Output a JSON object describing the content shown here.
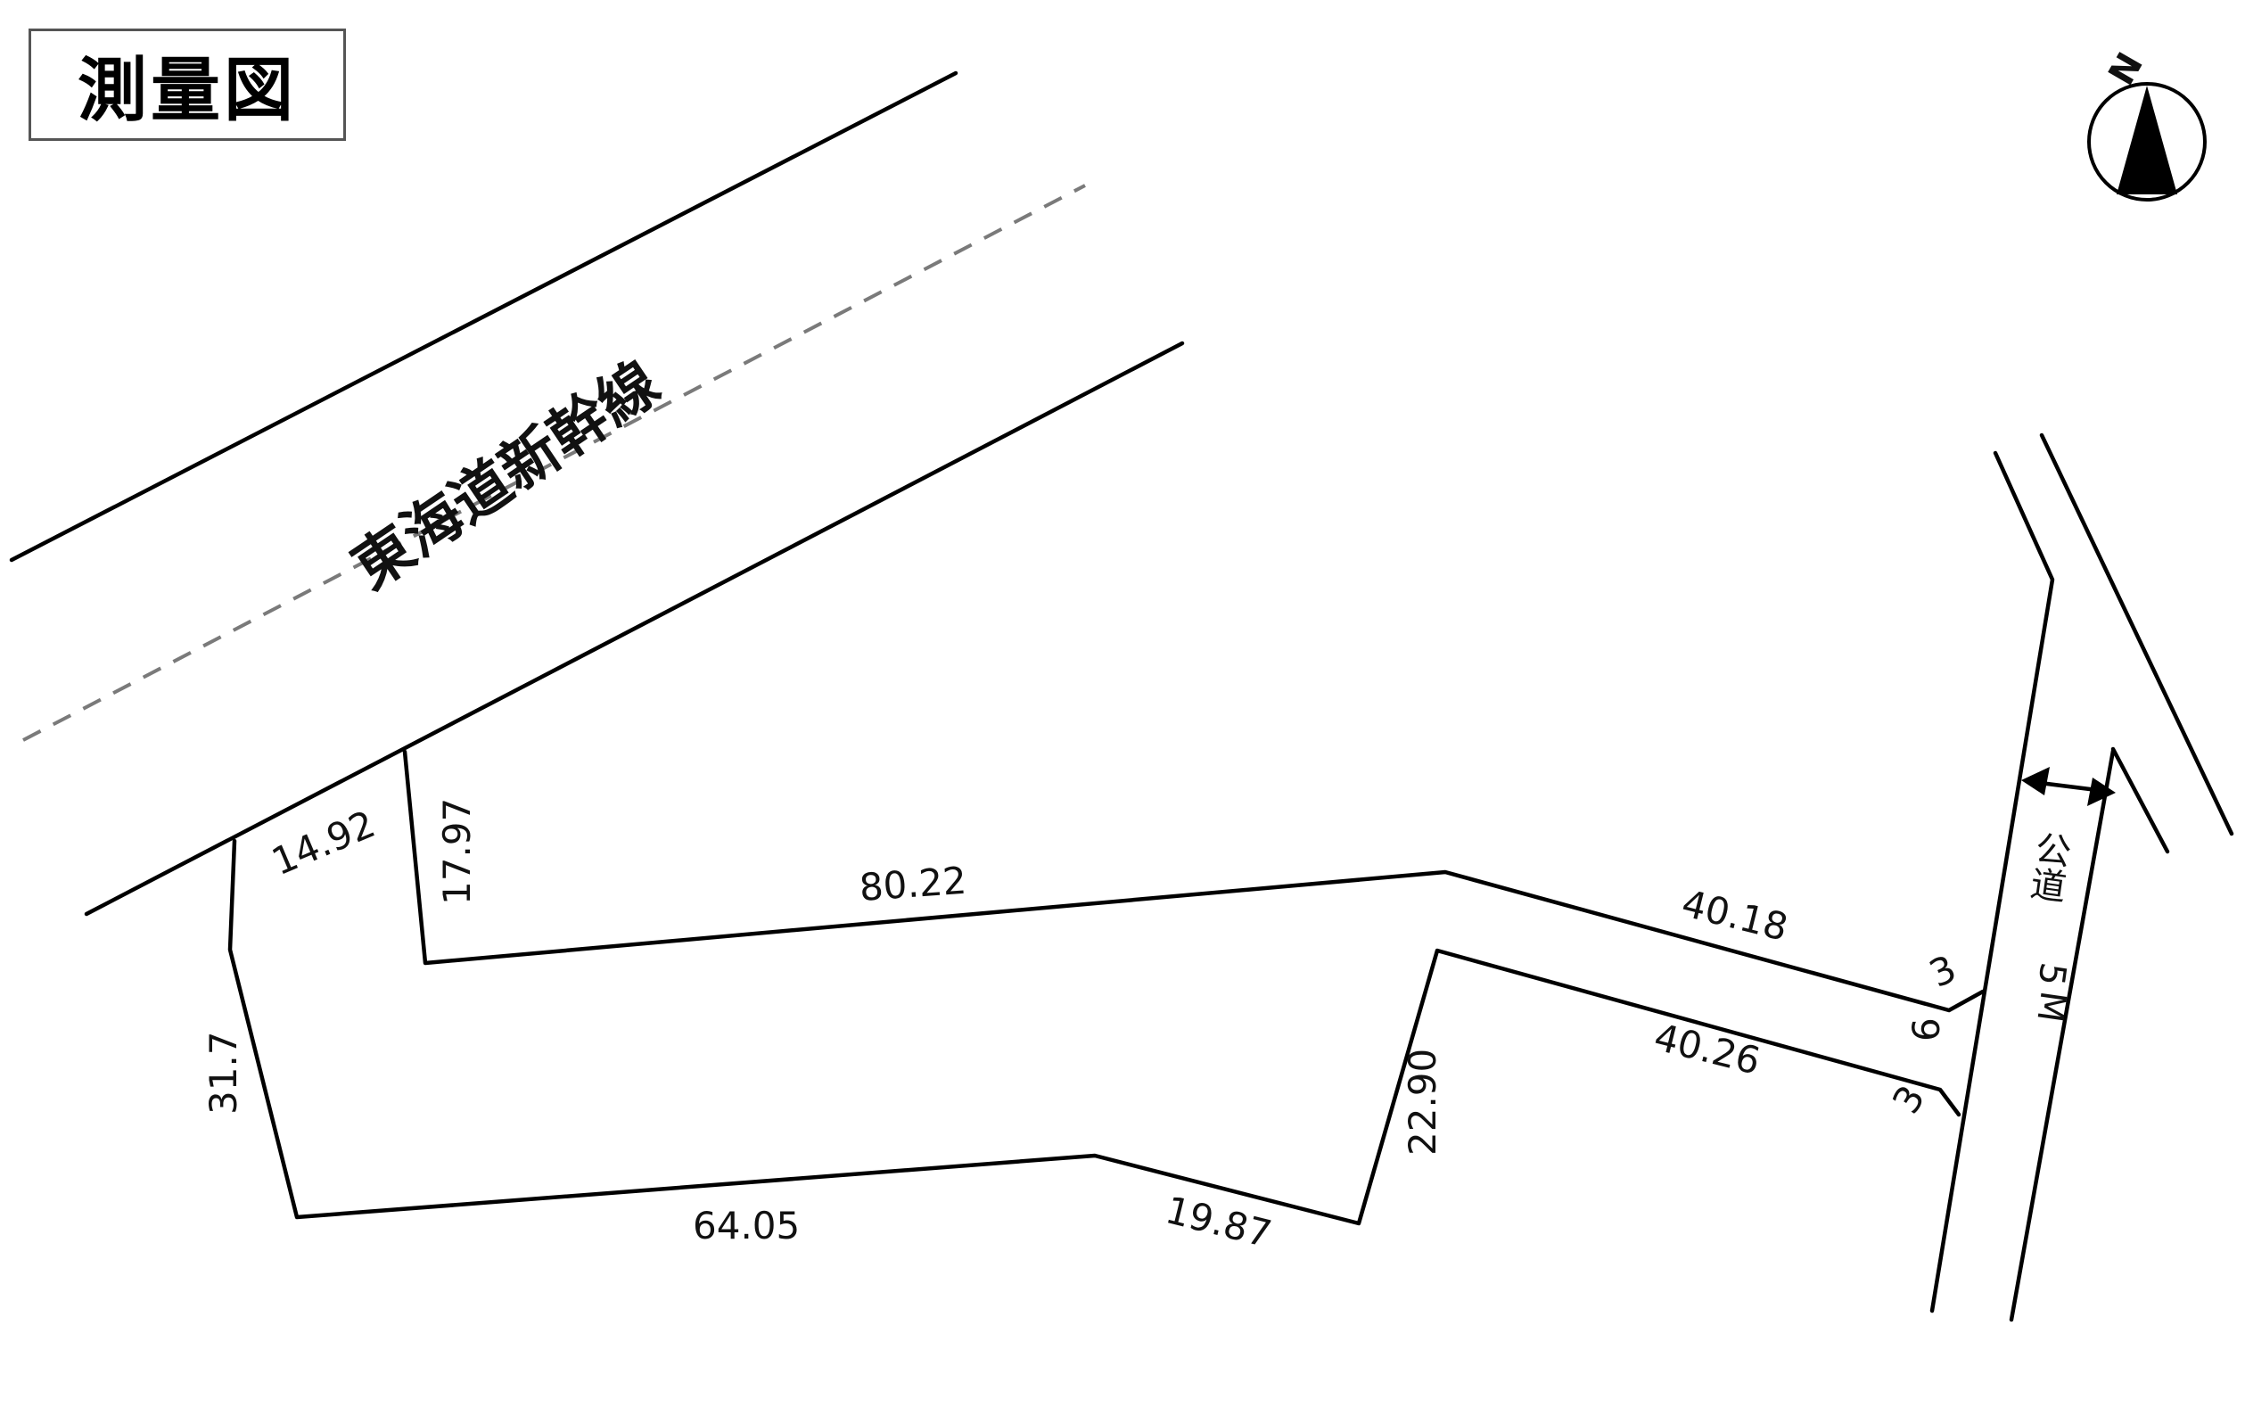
{
  "title": "測量図",
  "railway": {
    "label": "東海道新幹線"
  },
  "road": {
    "label_kanji": "公道",
    "width_value": "5",
    "width_unit": "M"
  },
  "compass": {
    "north_label": "N"
  },
  "dimensions": {
    "d_14_92": "14.92",
    "d_17_97": "17.97",
    "d_80_22": "80.22",
    "d_40_18": "40.18",
    "d_3_top": "3",
    "d_6": "6",
    "d_3_bottom": "3",
    "d_40_26": "40.26",
    "d_22_90": "22.90",
    "d_19_87": "19.87",
    "d_64_05": "64.05",
    "d_31_7": "31.7"
  }
}
